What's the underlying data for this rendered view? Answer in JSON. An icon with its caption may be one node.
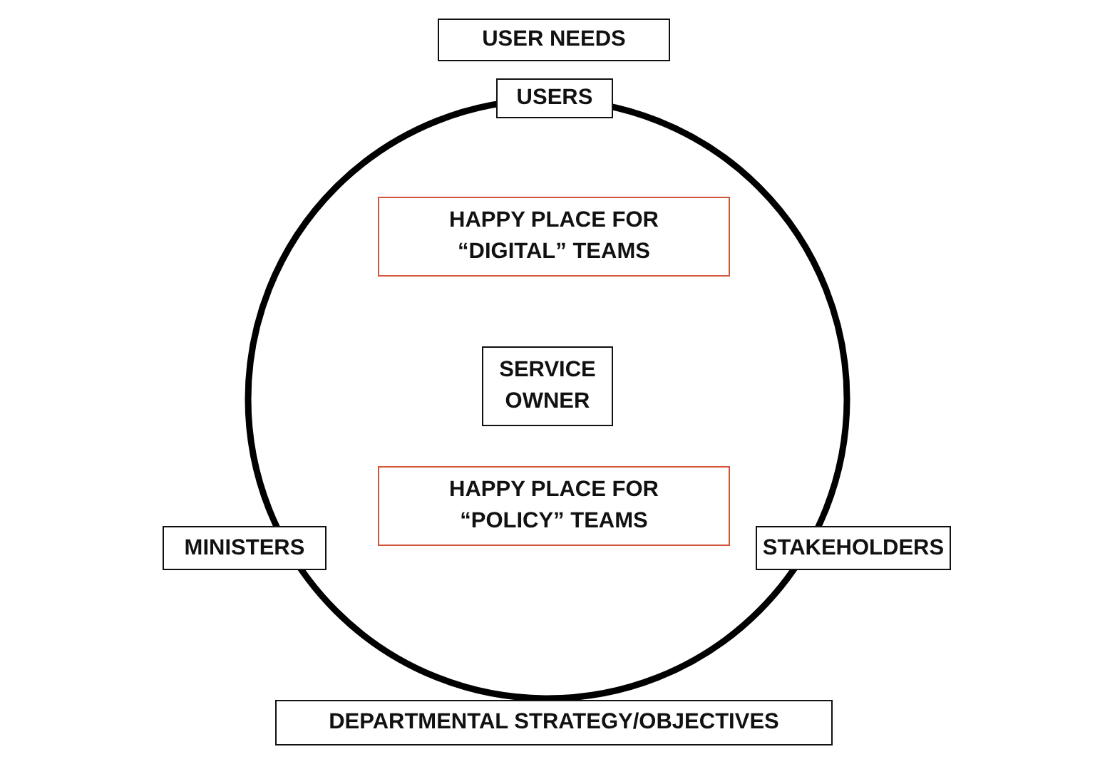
{
  "diagram": {
    "nodes": [
      {
        "text": [
          "USER NEEDS"
        ]
      },
      {
        "text": [],
        "shape": "circle"
      },
      {
        "text": [
          "USERS"
        ]
      },
      {
        "text": [
          "HAPPY PLACE FOR “DIGITAL” TEAMS"
        ],
        "in": 1
      },
      {
        "text": [
          "SERVICE OWNER"
        ],
        "in": 1
      },
      {
        "text": [
          "HAPPY PLACE FOR “POLICY” TEAMS"
        ],
        "in": 1
      },
      {
        "text": [
          "MINISTERS"
        ]
      },
      {
        "text": [
          "STAKEHOLDERS"
        ]
      },
      {
        "text": [
          "DEPARTMENTAL STRATEGY/OBJECTIVES"
        ]
      }
    ]
  }
}
